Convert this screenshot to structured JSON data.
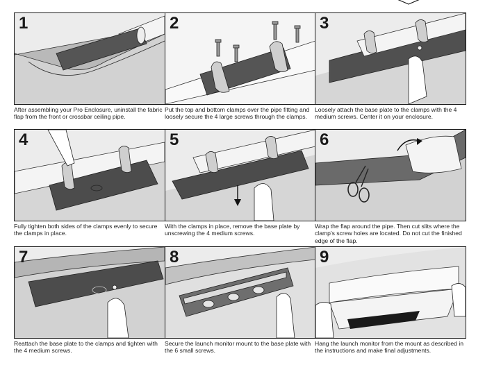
{
  "steps": [
    {
      "number": "1",
      "caption": "After assembling your Pro Enclosure, uninstall the fabric flap from the front or crossbar ceiling pipe."
    },
    {
      "number": "2",
      "caption": "Put the top and bottom clamps over the pipe fitting and loosely secure the 4 large screws through the clamps."
    },
    {
      "number": "3",
      "caption": "Loosely attach the base plate to the clamps with the 4 medium screws. Center it on your enclosure."
    },
    {
      "number": "4",
      "caption": "Fully tighten both sides of the clamps evenly to secure the clamps in place."
    },
    {
      "number": "5",
      "caption": "With the clamps in place, remove the base plate by unscrewing the 4 medium screws."
    },
    {
      "number": "6",
      "caption": "Wrap the flap around the pipe. Then cut slits where the clamp's screw holes are located. Do not cut the finished edge of the flap."
    },
    {
      "number": "7",
      "caption": "Reattach the base plate to the clamps and tighten with the 4 medium screws."
    },
    {
      "number": "8",
      "caption": "Secure the launch monitor mount to the base plate with the 6 small screws."
    },
    {
      "number": "9",
      "caption": "Hang the launch monitor from the mount as described in the instructions and make final adjustments."
    }
  ],
  "icons": {
    "corner": "enclosure-icon",
    "panel_1": "pipe-fabric-flap-illustration",
    "panel_2": "clamps-large-screws-illustration",
    "panel_3": "base-plate-hand-illustration",
    "panel_4": "tighten-clamps-hand-illustration",
    "panel_5": "remove-base-plate-arrow-illustration",
    "panel_6": "wrap-flap-scissors-illustration",
    "panel_7": "reattach-base-plate-illustration",
    "panel_8": "monitor-mount-screws-illustration",
    "panel_9": "hang-launch-monitor-illustration"
  },
  "colors": {
    "panel_bg": "#ececec",
    "pipe": "#f4f4f4",
    "clamp_dark": "#5a5a5a",
    "plate": "#4a4a4a",
    "line": "#1a1a1a"
  }
}
